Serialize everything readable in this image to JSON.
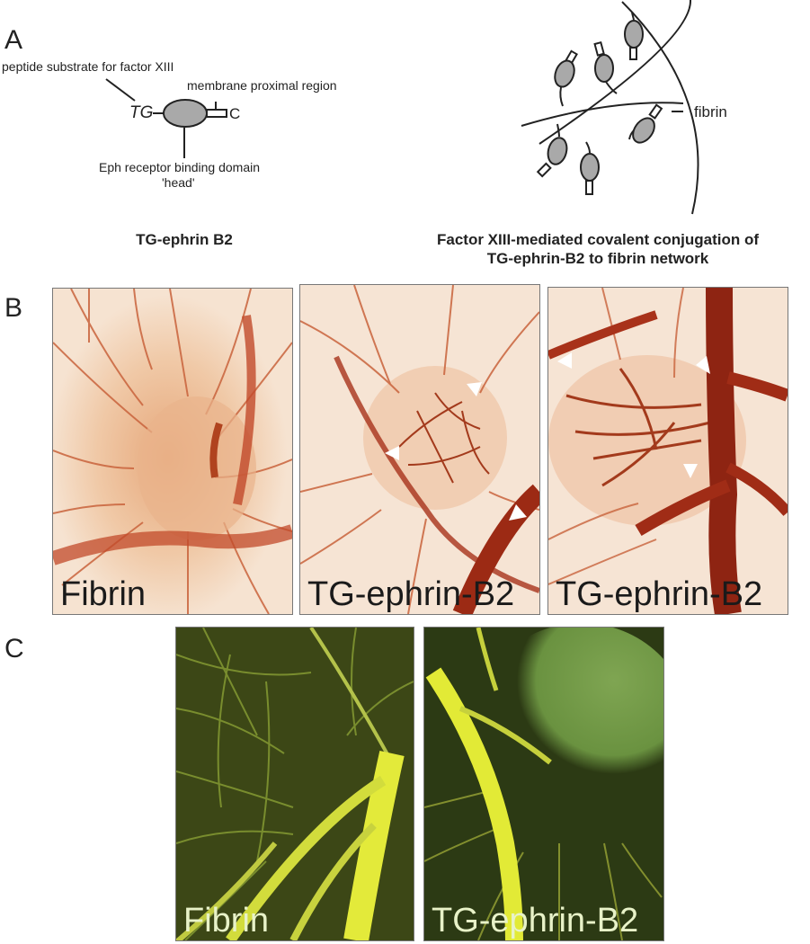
{
  "panel_letters": {
    "a": "A",
    "b": "B",
    "c": "C"
  },
  "panel_a": {
    "labels": {
      "peptide": "peptide substrate for factor XIII",
      "membrane": "membrane proximal region",
      "tg": "TG",
      "c_terminus": "C",
      "eph_line1": "Eph receptor binding domain",
      "eph_line2": "'head'",
      "fibrin": "fibrin"
    },
    "captions": {
      "left": "TG-ephrin B2",
      "right_line1": "Factor XIII-mediated covalent conjugation of",
      "right_line2": "TG-ephrin-B2 to fibrin  network"
    },
    "colors": {
      "molecule_fill": "#a9a9a9",
      "stroke": "#222222"
    }
  },
  "panel_b": {
    "photos": [
      {
        "label": "Fibrin"
      },
      {
        "label": "TG-ephrin-B2"
      },
      {
        "label": "TG-ephrin-B2"
      }
    ],
    "colors": {
      "tissue": "#f3d9c2",
      "vessel": "#b2351e",
      "arrowhead": "#ffffff"
    }
  },
  "panel_c": {
    "photos": [
      {
        "label": "Fibrin"
      },
      {
        "label": "TG-ephrin-B2"
      }
    ],
    "colors": {
      "background": "#3f4a1a",
      "vessel": "#d8e640"
    }
  }
}
